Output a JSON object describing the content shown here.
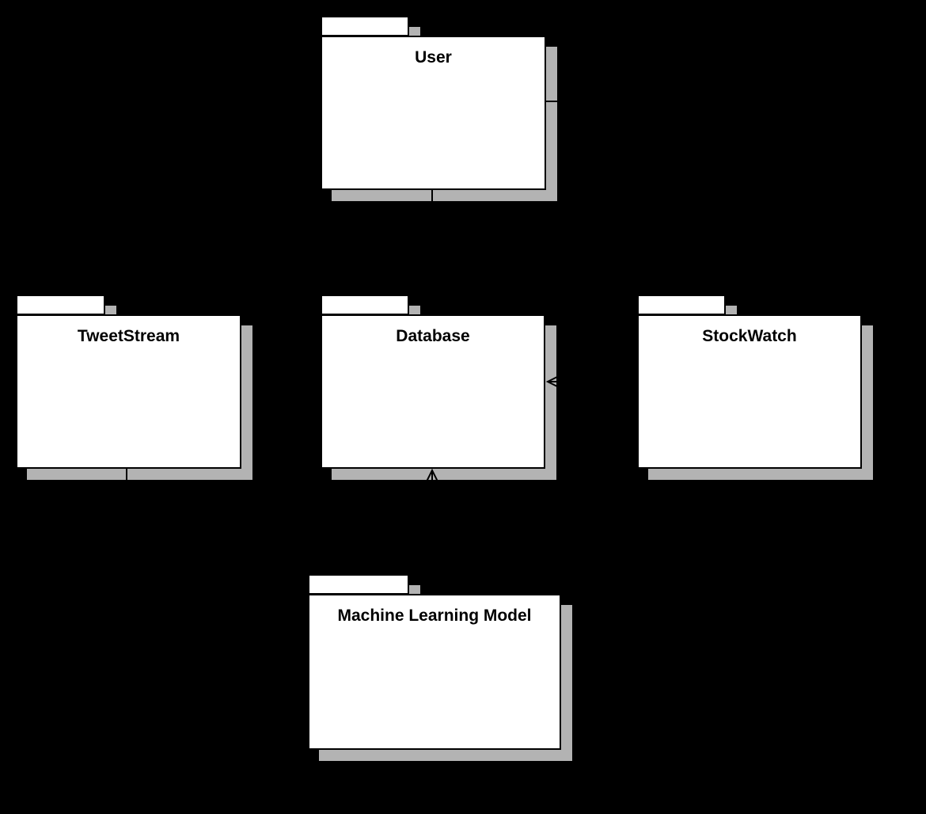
{
  "diagram": {
    "type": "uml-package-diagram",
    "background_color": "#000000",
    "package_fill": "#ffffff",
    "package_border_color": "#000000",
    "shadow_color": "#b3b3b3",
    "packages": [
      {
        "id": "user",
        "label": "User"
      },
      {
        "id": "tweetstream",
        "label": "TweetStream"
      },
      {
        "id": "database",
        "label": "Database"
      },
      {
        "id": "stockwatch",
        "label": "StockWatch"
      },
      {
        "id": "ml-model",
        "label": "Machine Learning Model"
      }
    ],
    "connections": [
      {
        "from": "user",
        "to": "database",
        "arrow": "none-visible"
      },
      {
        "from": "user",
        "to": "stockwatch",
        "arrow": "none-visible"
      },
      {
        "from": "tweetstream",
        "to": "ml-model",
        "arrow": "none-visible"
      },
      {
        "from": "stockwatch",
        "to": "database",
        "arrow": "open"
      },
      {
        "from": "ml-model",
        "to": "database",
        "arrow": "open"
      }
    ]
  }
}
